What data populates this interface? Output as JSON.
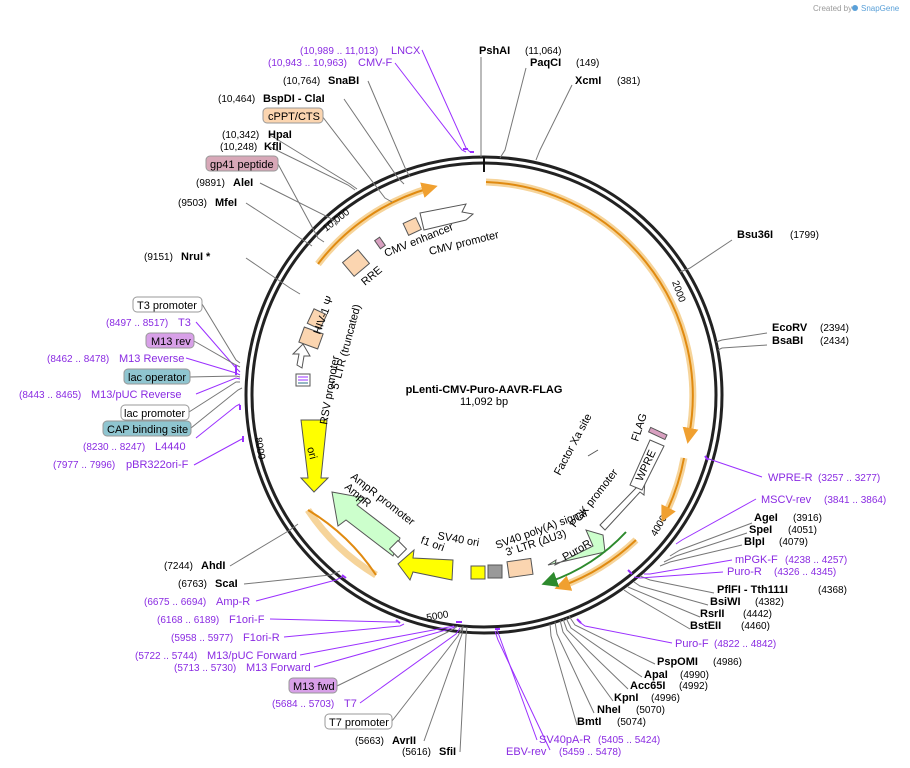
{
  "credit": {
    "prefix": "Created by",
    "brand": "SnapGene"
  },
  "plasmid": {
    "name": "pLenti-CMV-Puro-AAVR-FLAG",
    "size": "11,092 bp"
  },
  "ticks": [
    "2000",
    "4000",
    "5000",
    "8000",
    "10,000"
  ],
  "enzymes": [
    {
      "name": "PshAI",
      "pos": "(11,064)"
    },
    {
      "name": "PaqCI",
      "pos": "(149)"
    },
    {
      "name": "XcmI",
      "pos": "(381)"
    },
    {
      "name": "Bsu36I",
      "pos": "(1799)"
    },
    {
      "name": "EcoRV",
      "pos": "(2394)"
    },
    {
      "name": "BsaBI",
      "pos": "(2434)"
    },
    {
      "name": "AgeI",
      "pos": "(3916)"
    },
    {
      "name": "SpeI",
      "pos": "(4051)"
    },
    {
      "name": "BlpI",
      "pos": "(4079)"
    },
    {
      "name": "PflFI - Tth111I",
      "pos": "(4368)"
    },
    {
      "name": "BsiWI",
      "pos": "(4382)"
    },
    {
      "name": "RsrII",
      "pos": "(4442)"
    },
    {
      "name": "BstEII",
      "pos": "(4460)"
    },
    {
      "name": "PspOMI",
      "pos": "(4986)"
    },
    {
      "name": "ApaI",
      "pos": "(4990)"
    },
    {
      "name": "Acc65I",
      "pos": "(4992)"
    },
    {
      "name": "KpnI",
      "pos": "(4996)"
    },
    {
      "name": "NheI",
      "pos": "(5070)"
    },
    {
      "name": "BmtI",
      "pos": "(5074)"
    },
    {
      "name": "SfiI",
      "pos": "(5616)"
    },
    {
      "name": "AvrII",
      "pos": "(5663)"
    },
    {
      "name": "ScaI",
      "pos": "(6763)"
    },
    {
      "name": "AhdI",
      "pos": "(7244)"
    },
    {
      "name": "NruI *",
      "pos": "(9151)"
    },
    {
      "name": "MfeI",
      "pos": "(9503)"
    },
    {
      "name": "AleI",
      "pos": "(9891)"
    },
    {
      "name": "KflI",
      "pos": "(10,248)"
    },
    {
      "name": "HpaI",
      "pos": "(10,342)"
    },
    {
      "name": "BspDI - ClaI",
      "pos": "(10,464)"
    },
    {
      "name": "SnaBI",
      "pos": "(10,764)"
    }
  ],
  "primers": [
    {
      "name": "LNCX",
      "pos": "(10,989 .. 11,013)"
    },
    {
      "name": "CMV-F",
      "pos": "(10,943 .. 10,963)"
    },
    {
      "name": "T3",
      "pos": "(8497 .. 8517)"
    },
    {
      "name": "M13 Reverse",
      "pos": "(8462 .. 8478)"
    },
    {
      "name": "M13/pUC Reverse",
      "pos": "(8443 .. 8465)"
    },
    {
      "name": "L4440",
      "pos": "(8230 .. 8247)"
    },
    {
      "name": "pBR322ori-F",
      "pos": "(7977 .. 7996)"
    },
    {
      "name": "WPRE-R",
      "pos": "(3257 .. 3277)"
    },
    {
      "name": "MSCV-rev",
      "pos": "(3841 .. 3864)"
    },
    {
      "name": "mPGK-F",
      "pos": "(4238 .. 4257)"
    },
    {
      "name": "Puro-R",
      "pos": "(4326 .. 4345)"
    },
    {
      "name": "Puro-F",
      "pos": "(4822 .. 4842)"
    },
    {
      "name": "SV40pA-R",
      "pos": "(5405 .. 5424)"
    },
    {
      "name": "EBV-rev",
      "pos": "(5459 .. 5478)"
    },
    {
      "name": "Amp-R",
      "pos": "(6675 .. 6694)"
    },
    {
      "name": "F1ori-F",
      "pos": "(6168 .. 6189)"
    },
    {
      "name": "F1ori-R",
      "pos": "(5958 .. 5977)"
    },
    {
      "name": "M13/pUC Forward",
      "pos": "(5722 .. 5744)"
    },
    {
      "name": "M13 Forward",
      "pos": "(5713 .. 5730)"
    },
    {
      "name": "T7",
      "pos": "(5684 .. 5703)"
    }
  ],
  "feature_labels": [
    {
      "name": "cPPT/CTS"
    },
    {
      "name": "gp41 peptide"
    },
    {
      "name": "T3 promoter"
    },
    {
      "name": "M13 rev"
    },
    {
      "name": "lac operator"
    },
    {
      "name": "lac promoter"
    },
    {
      "name": "CAP binding site"
    },
    {
      "name": "M13 fwd"
    },
    {
      "name": "T7 promoter"
    }
  ],
  "inner_labels": [
    "CMV enhancer",
    "CMV promoter",
    "RRE",
    "HIV-1 Ψ",
    "5' LTR (truncated)",
    "RSV promoter",
    "ori",
    "AmpR promoter",
    "AmpR",
    "f1 ori",
    "SV40 ori",
    "SV40 poly(A) signal",
    "3' LTR (ΔU3)",
    "PGK promoter",
    "PuroR",
    "WPRE",
    "FLAG",
    "Factor Xa site"
  ],
  "colors": {
    "primer": "#9b30ff",
    "orf": "#f0a030",
    "enzyme": "#000000"
  }
}
